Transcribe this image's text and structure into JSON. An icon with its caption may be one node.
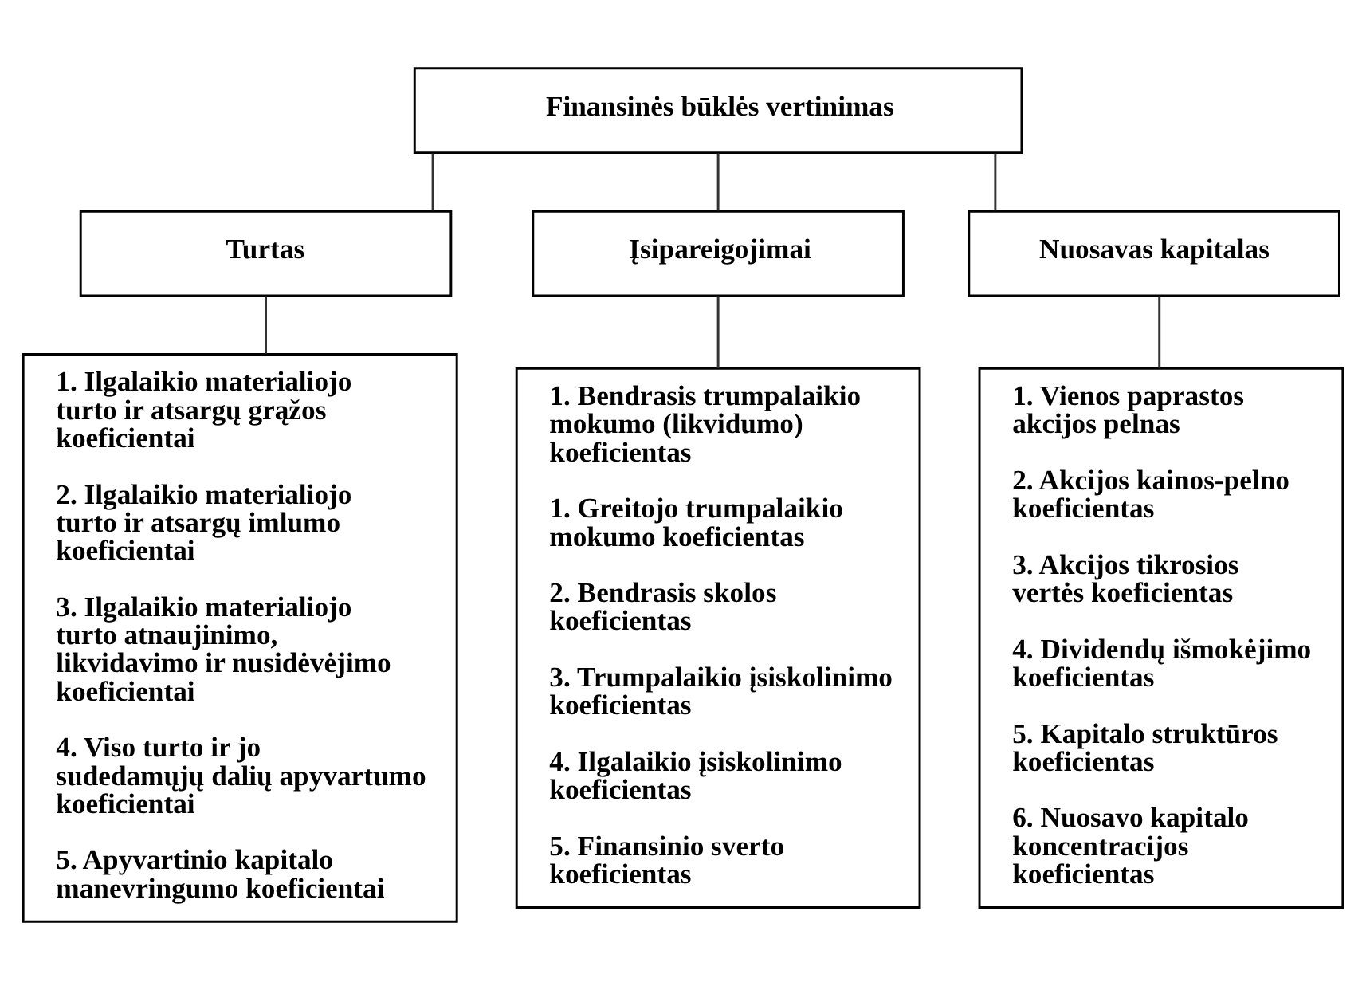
{
  "diagram": {
    "nodes": [
      {
        "text": [
          "Finansinės būklės vertinimas"
        ]
      },
      {
        "text": [
          "Turtas"
        ]
      },
      {
        "text": [
          "Įsipareigojimai"
        ]
      },
      {
        "text": [
          "Nuosavas kapitalas"
        ]
      },
      {
        "text": [
          "1. Ilgalaikio materialiojo turto ir atsargų grąžos koeficientai",
          "2. Ilgalaikio materialiojo turto ir atsargų imlumo koeficientai",
          "3. Ilgalaikio materialiojo turto atnaujinimo, likvidavimo ir nusidėvėjimo koeficientai",
          "4. Viso turto ir jo sudedamųjų dalių apyvartumo koeficientai",
          "5. Apyvartinio kapitalo manevringumo koeficientai"
        ]
      },
      {
        "text": [
          "1. Bendrasis trumpalaikio mokumo (likvidumo) koeficientas",
          "1. Greitojo trumpalaikio mokumo koeficientas",
          "2. Bendrasis skolos koeficientas",
          "3. Trumpalaikio įsiskolinimo koeficientas",
          "4. Ilgalaikio įsiskolinimo koeficientas",
          "5. Finansinio sverto koeficientas"
        ]
      },
      {
        "text": [
          "1. Vienos paprastos akcijos pelnas",
          "2. Akcijos kainos-pelno koeficientas",
          "3. Akcijos tikrosios vertės koeficientas",
          "4. Dividendų išmokėjimo koeficientas",
          "5. Kapitalo struktūros koeficientas",
          "6. Nuosavo kapitalo koncentracijos koeficientas"
        ]
      }
    ],
    "edges": [
      {
        "from": 0,
        "to": 1,
        "arrow": "none"
      },
      {
        "from": 0,
        "to": 2,
        "arrow": "none"
      },
      {
        "from": 0,
        "to": 3,
        "arrow": "none"
      },
      {
        "from": 1,
        "to": 4,
        "arrow": "none"
      },
      {
        "from": 2,
        "to": 5,
        "arrow": "none"
      },
      {
        "from": 3,
        "to": 6,
        "arrow": "none"
      }
    ]
  }
}
